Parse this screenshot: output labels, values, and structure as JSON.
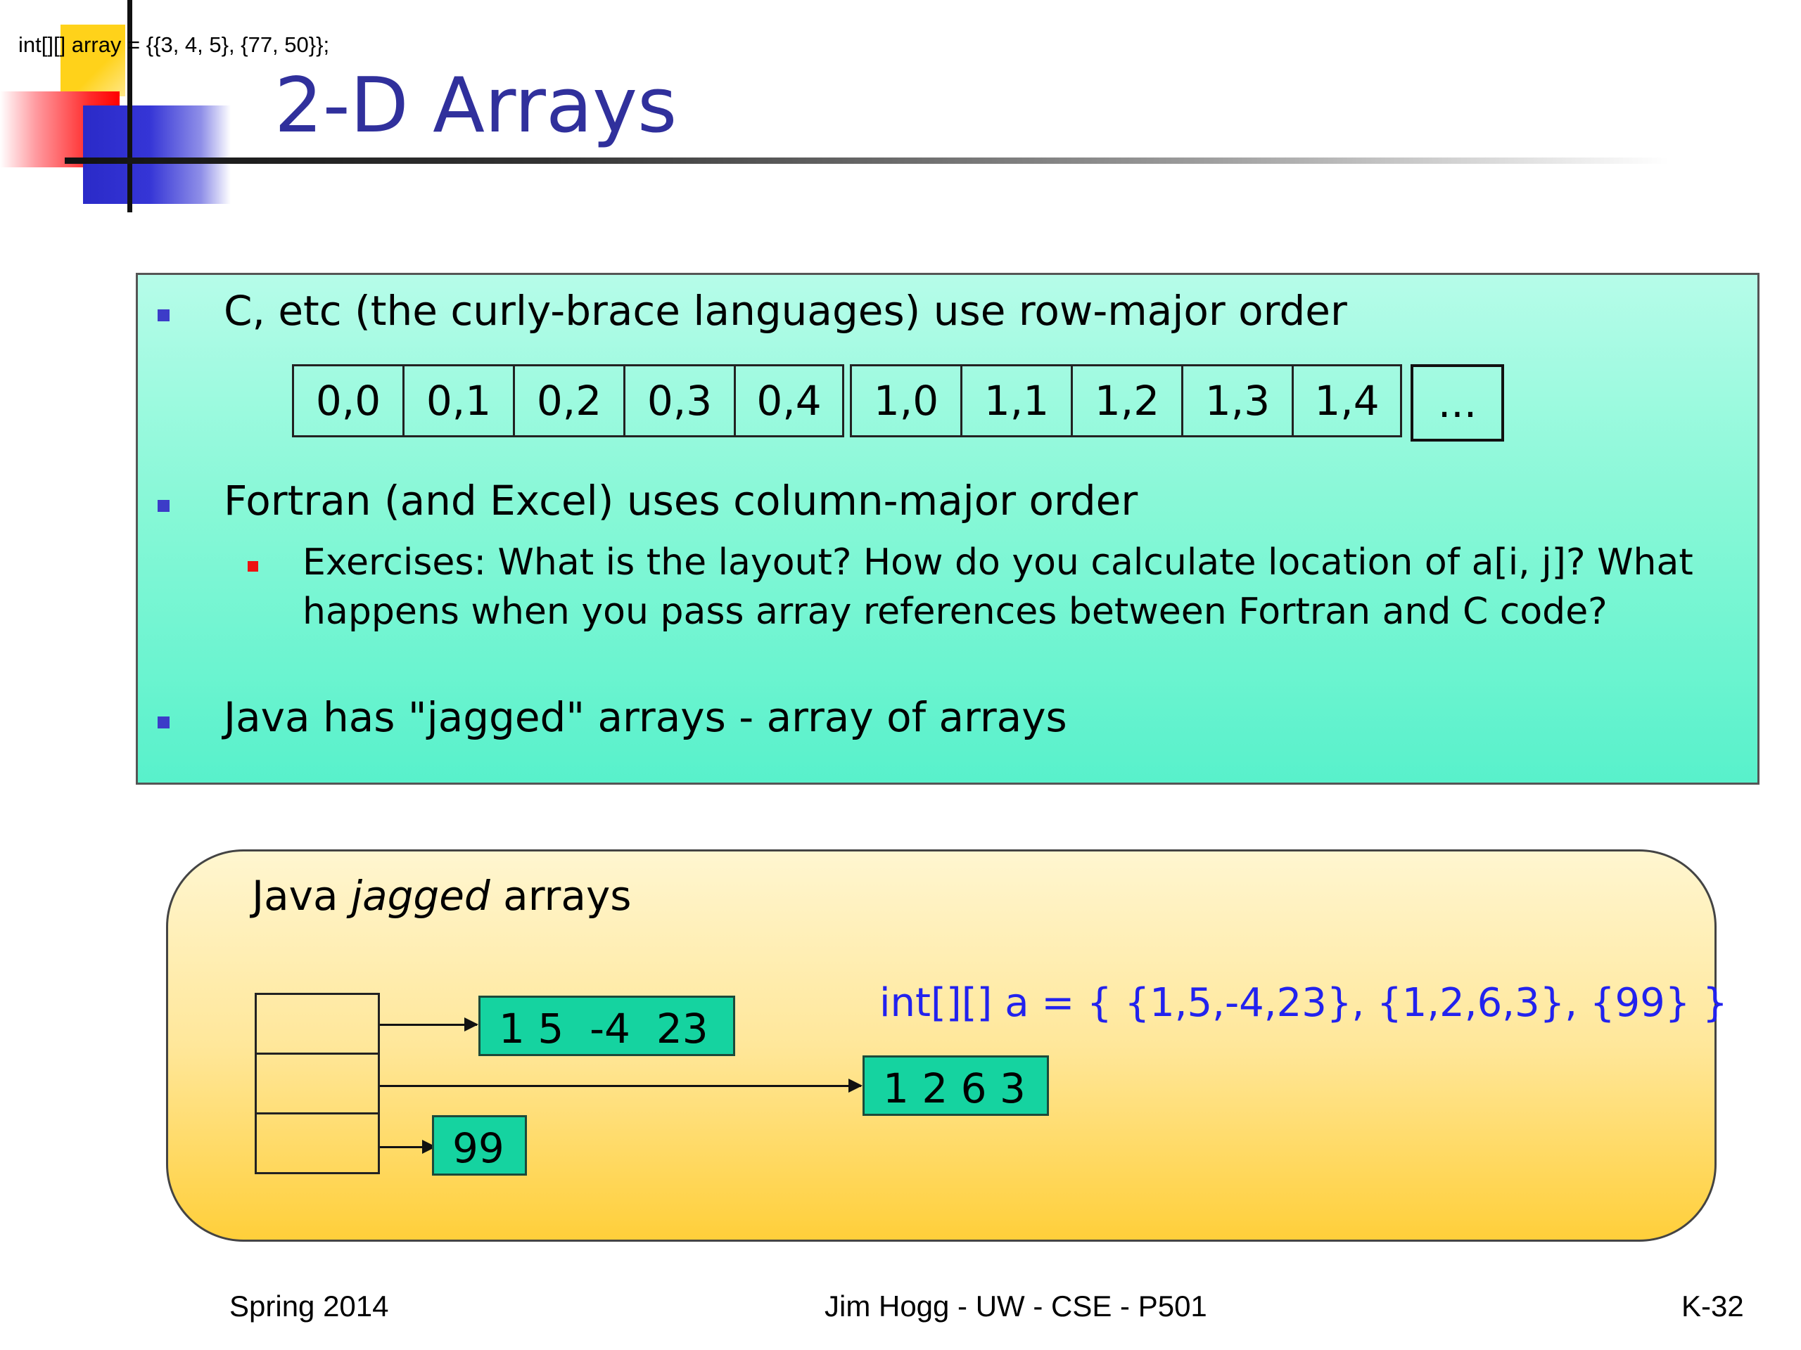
{
  "header": {
    "code_snippet": "int[][] array = {{3, 4, 5}, {77, 50}};",
    "title": "2-D Arrays"
  },
  "bullets": {
    "b1": "C, etc (the curly-brace languages) use row-major order",
    "b2": "Fortran (and Excel) uses column-major order",
    "b2_sub": "Exercises: What is the layout?  How do you calculate location of a[i, j]?  What happens when you pass array references between Fortran and C code?",
    "b3": "Java has \"jagged\" arrays - array of arrays"
  },
  "row_major": {
    "row0": [
      "0,0",
      "0,1",
      "0,2",
      "0,3",
      "0,4"
    ],
    "row1": [
      "1,0",
      "1,1",
      "1,2",
      "1,3",
      "1,4"
    ],
    "more": "..."
  },
  "jagged": {
    "title_prefix": "Java ",
    "title_italic": "jagged",
    "title_suffix": " arrays",
    "rows": [
      "1 5  -4  23",
      "1 2 6 3",
      "99"
    ],
    "declaration": "int[][] a = { {1,5,-4,23}, {1,2,6,3}, {99} }"
  },
  "footer": {
    "left": "Spring 2014",
    "center": "Jim Hogg - UW - CSE - P501",
    "right": "K-32"
  },
  "colors": {
    "title": "#30309c",
    "bullet": "#3c3cc8",
    "sub_bullet": "#ee1111",
    "code_blue": "#2222ee",
    "cell_green": "#15d3a0"
  }
}
